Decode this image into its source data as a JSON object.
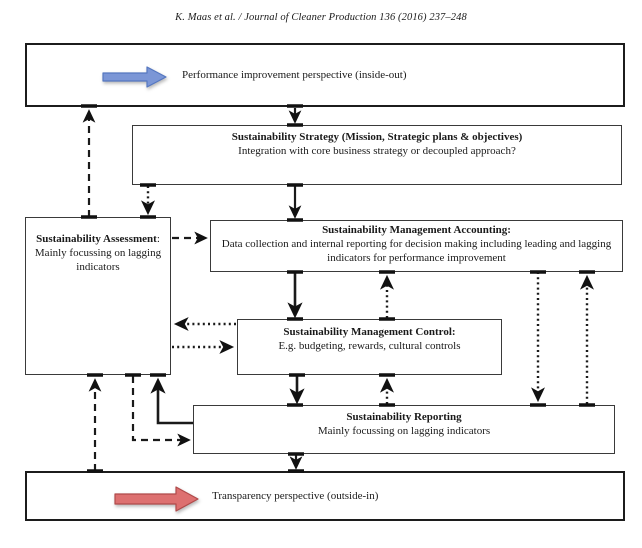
{
  "header": {
    "citation": "K. Maas et al. / Journal of Cleaner Production 136 (2016) 237–248"
  },
  "colors": {
    "blue_arrow_fill": "#7b96d6",
    "blue_arrow_stroke": "#5577c0",
    "red_arrow_fill": "#dd7070",
    "red_arrow_stroke": "#b04a4a"
  },
  "diagram": {
    "top_perspective": {
      "label": "Performance improvement perspective  (inside-out)"
    },
    "strategy": {
      "title": "Sustainability Strategy (Mission, Strategic plans & objectives)",
      "body": "Integration with core business strategy or decoupled approach?"
    },
    "assessment": {
      "title": "Sustainability Assessment",
      "title_suffix": ":",
      "body": "Mainly focussing on lagging indicators"
    },
    "accounting": {
      "title": "Sustainability Management Accounting:",
      "body": "Data collection and internal reporting for decision making including leading and lagging indicators for performance improvement"
    },
    "control": {
      "title": "Sustainability Management Control:",
      "body": "E.g. budgeting, rewards, cultural controls"
    },
    "reporting": {
      "title": "Sustainability Reporting",
      "body": "Mainly focussing on lagging indicators"
    },
    "bottom_perspective": {
      "label": "Transparency perspective (outside-in)"
    }
  }
}
